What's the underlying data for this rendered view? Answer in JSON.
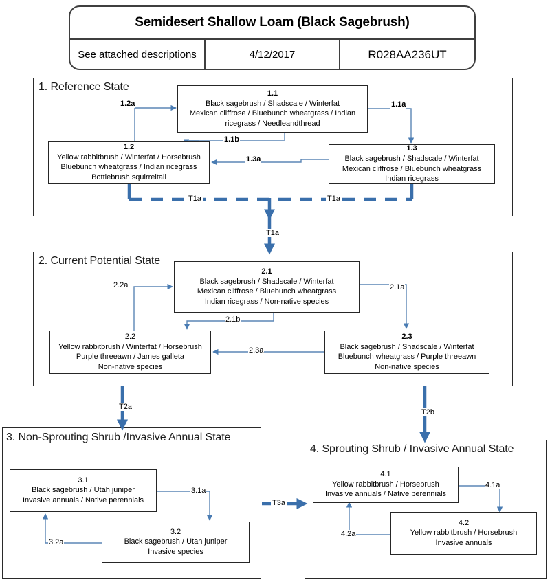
{
  "header": {
    "title": "Semidesert Shallow Loam (Black Sagebrush)",
    "cell_description": "See attached descriptions",
    "cell_date": "4/12/2017",
    "cell_id": "R028AA236UT"
  },
  "colors": {
    "arrow_thin": "#5b86b5",
    "arrow_thick": "#3a6fab",
    "border": "#262626",
    "text": "#000000"
  },
  "states": [
    {
      "id": "state-1",
      "title": "1. Reference State",
      "phases": [
        {
          "id": "phase-1-1",
          "number": "1.1",
          "bold": true,
          "text": "Black sagebrush / Shadscale / Winterfat\nMexican cliffrose / Bluebunch wheatgrass / Indian\nricegrass / Needleandthread"
        },
        {
          "id": "phase-1-2",
          "number": "1.2",
          "bold": true,
          "text": "Yellow rabbitbrush / Winterfat / Horsebrush\nBluebunch wheatgrass / Indian ricegrass\nBottlebrush squirreltail"
        },
        {
          "id": "phase-1-3",
          "number": "1.3",
          "bold": true,
          "text": "Black sagebrush / Shadscale / Winterfat\nMexican cliffrose / Bluebunch wheatgrass\nIndian ricegrass"
        }
      ]
    },
    {
      "id": "state-2",
      "title": "2. Current Potential State",
      "phases": [
        {
          "id": "phase-2-1",
          "number": "2.1",
          "bold": true,
          "text": "Black sagebrush / Shadscale / Winterfat\nMexican cliffrose / Bluebunch wheatgrass\nIndian ricegrass / Non-native species"
        },
        {
          "id": "phase-2-2",
          "number": "2.2",
          "bold": false,
          "text": "Yellow rabbitbrush / Winterfat / Horsebrush\nPurple threeawn / James galleta\nNon-native species"
        },
        {
          "id": "phase-2-3",
          "number": "2.3",
          "bold": true,
          "text": "Black sagebrush / Shadscale / Winterfat\nBluebunch wheatgrass / Purple threeawn\nNon-native species"
        }
      ]
    },
    {
      "id": "state-3",
      "title": "3. Non-Sprouting Shrub /Invasive Annual State",
      "phases": [
        {
          "id": "phase-3-1",
          "number": "3.1",
          "bold": false,
          "text": "Black sagebrush / Utah juniper\nInvasive annuals / Native perennials"
        },
        {
          "id": "phase-3-2",
          "number": "3.2",
          "bold": false,
          "text": "Black sagebrush / Utah juniper\nInvasive species"
        }
      ]
    },
    {
      "id": "state-4",
      "title": "4. Sprouting Shrub / Invasive Annual State",
      "phases": [
        {
          "id": "phase-4-1",
          "number": "4.1",
          "bold": false,
          "text": "Yellow rabbitbrush / Horsebrush\nInvasive annuals / Native perennials"
        },
        {
          "id": "phase-4-2",
          "number": "4.2",
          "bold": false,
          "text": "Yellow rabbitbrush / Horsebrush\nInvasive annuals"
        }
      ]
    }
  ],
  "pathways": [
    {
      "id": "pathway-1-2a",
      "label": "1.2a",
      "bold": true
    },
    {
      "id": "pathway-1-1a",
      "label": "1.1a",
      "bold": true
    },
    {
      "id": "pathway-1-1b",
      "label": "1.1b",
      "bold": true
    },
    {
      "id": "pathway-1-3a",
      "label": "1.3a",
      "bold": true
    },
    {
      "id": "pathway-2-2a",
      "label": "2.2a",
      "bold": false
    },
    {
      "id": "pathway-2-1a",
      "label": "2.1a",
      "bold": false
    },
    {
      "id": "pathway-2-1b",
      "label": "2.1b",
      "bold": false
    },
    {
      "id": "pathway-2-3a",
      "label": "2.3a",
      "bold": false
    },
    {
      "id": "pathway-3-1a",
      "label": "3.1a",
      "bold": false
    },
    {
      "id": "pathway-3-2a",
      "label": "3.2a",
      "bold": false
    },
    {
      "id": "pathway-4-1a",
      "label": "4.1a",
      "bold": false
    },
    {
      "id": "pathway-4-2a",
      "label": "4.2a",
      "bold": false
    }
  ],
  "transitions": [
    {
      "id": "transition-t1a-left",
      "label": "T1a"
    },
    {
      "id": "transition-t1a-right",
      "label": "T1a"
    },
    {
      "id": "transition-t1a-down",
      "label": "T1a"
    },
    {
      "id": "transition-t2a",
      "label": "T2a"
    },
    {
      "id": "transition-t2b",
      "label": "T2b"
    },
    {
      "id": "transition-t3a",
      "label": "T3a"
    }
  ]
}
